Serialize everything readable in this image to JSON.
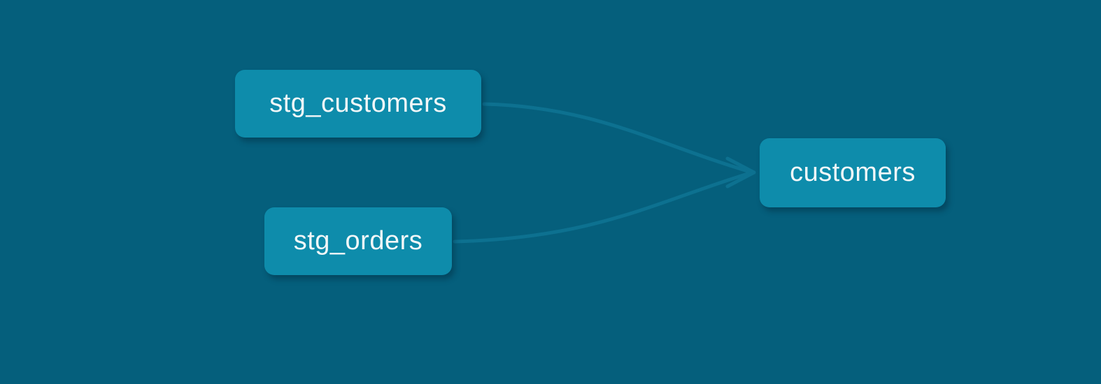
{
  "diagram": {
    "type": "lineage-dag",
    "nodes": [
      {
        "id": "stg_customers",
        "label": "stg_customers"
      },
      {
        "id": "stg_orders",
        "label": "stg_orders"
      },
      {
        "id": "customers",
        "label": "customers"
      }
    ],
    "edges": [
      {
        "from": "stg_customers",
        "to": "customers"
      },
      {
        "from": "stg_orders",
        "to": "customers"
      }
    ],
    "colors": {
      "background": "#055f7c",
      "node_fill": "#0e8cab",
      "edge_stroke": "#0d7190",
      "text": "#f3f7f8"
    }
  }
}
